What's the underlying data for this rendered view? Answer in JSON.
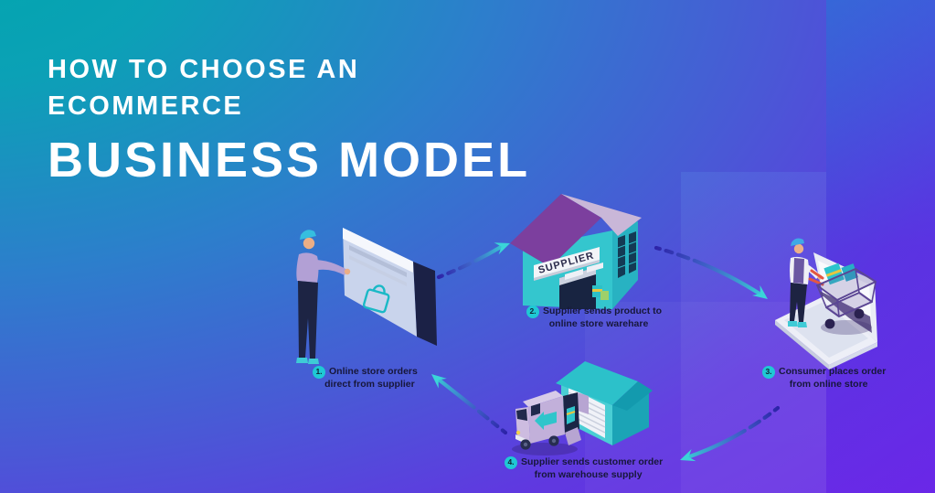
{
  "title": {
    "line1": "HOW TO CHOOSE AN",
    "line2": "ECOMMERCE",
    "line3": "BUSINESS MODEL"
  },
  "steps": [
    {
      "number": "1.",
      "line1": "Online store orders",
      "line2": "direct from supplier"
    },
    {
      "number": "2.",
      "line1": "Supplier sends product to",
      "line2": "online store warehare"
    },
    {
      "number": "3.",
      "line1": "Consumer places order",
      "line2": "from online store"
    },
    {
      "number": "4.",
      "line1": "Supplier sends customer order",
      "line2": "from warehouse supply"
    }
  ],
  "warehouse_sign": "SUPPLIER",
  "icons": {
    "shopping_bag": "teal outline shopping bag on browser window",
    "flow_arrows": "four dashed gradient arrows forming a cycle"
  },
  "colors": {
    "teal_bg": "#00a6ad",
    "blue_bg": "#2d7ecc",
    "violet_bg": "#6d28e6",
    "arrow_tail": "#2d23a8",
    "arrow_head": "#38d3d6",
    "badge": "#1fc9d4",
    "label_text": "#17173a",
    "roof_purple": "#7c3f9e",
    "roof_lavender": "#c9b7d8",
    "wall_teal": "#34c6ce",
    "window_panel": "#c9d4ec",
    "dark_navy": "#1b2146",
    "van_lavender": "#c2b0da"
  }
}
